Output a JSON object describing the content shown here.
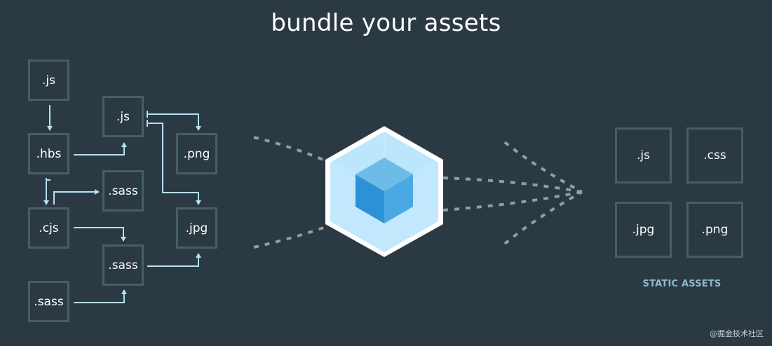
{
  "title": "bundle your assets",
  "source_modules": [
    {
      "id": "js-a",
      "label": ".js"
    },
    {
      "id": "js-b",
      "label": ".js"
    },
    {
      "id": "hbs",
      "label": ".hbs"
    },
    {
      "id": "png-a",
      "label": ".png"
    },
    {
      "id": "sass-a",
      "label": ".sass"
    },
    {
      "id": "cjs",
      "label": ".cjs"
    },
    {
      "id": "jpg-a",
      "label": ".jpg"
    },
    {
      "id": "sass-b",
      "label": ".sass"
    },
    {
      "id": "sass-c",
      "label": ".sass"
    }
  ],
  "output_assets": [
    {
      "id": "out-js",
      "label": ".js"
    },
    {
      "id": "out-css",
      "label": ".css"
    },
    {
      "id": "out-jpg",
      "label": ".jpg"
    },
    {
      "id": "out-png",
      "label": ".png"
    }
  ],
  "output_caption": "STATIC ASSETS",
  "watermark": "@掘金技术社区",
  "colors": {
    "background": "#2b3a42",
    "node_border": "#465e69",
    "arrow": "#8ed6fb",
    "dashed": "#8d9fa8",
    "cube_outer": "#8ed6fb",
    "cube_inner": "#1c78c0",
    "caption": "#8eb8d0"
  }
}
